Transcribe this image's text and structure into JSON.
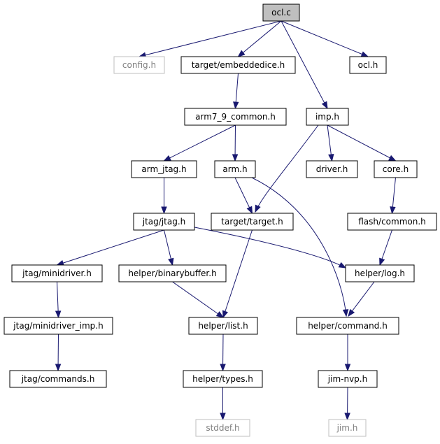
{
  "graph": {
    "nodes": [
      {
        "id": "ocl_c",
        "label": "ocl.c",
        "kind": "root"
      },
      {
        "id": "config_h",
        "label": "config.h",
        "kind": "external"
      },
      {
        "id": "embeddedice",
        "label": "target/embeddedice.h",
        "kind": "normal"
      },
      {
        "id": "ocl_h",
        "label": "ocl.h",
        "kind": "normal"
      },
      {
        "id": "arm7_9",
        "label": "arm7_9_common.h",
        "kind": "normal"
      },
      {
        "id": "imp_h",
        "label": "imp.h",
        "kind": "normal"
      },
      {
        "id": "arm_jtag",
        "label": "arm_jtag.h",
        "kind": "normal"
      },
      {
        "id": "arm_h",
        "label": "arm.h",
        "kind": "normal"
      },
      {
        "id": "driver_h",
        "label": "driver.h",
        "kind": "normal"
      },
      {
        "id": "core_h",
        "label": "core.h",
        "kind": "normal"
      },
      {
        "id": "jtag_jtag",
        "label": "jtag/jtag.h",
        "kind": "normal"
      },
      {
        "id": "target_target",
        "label": "target/target.h",
        "kind": "normal"
      },
      {
        "id": "flash_common",
        "label": "flash/common.h",
        "kind": "normal"
      },
      {
        "id": "minidriver",
        "label": "jtag/minidriver.h",
        "kind": "normal"
      },
      {
        "id": "binarybuffer",
        "label": "helper/binarybuffer.h",
        "kind": "normal"
      },
      {
        "id": "helper_log",
        "label": "helper/log.h",
        "kind": "normal"
      },
      {
        "id": "minidriver_imp",
        "label": "jtag/minidriver_imp.h",
        "kind": "normal"
      },
      {
        "id": "helper_list",
        "label": "helper/list.h",
        "kind": "normal"
      },
      {
        "id": "helper_command",
        "label": "helper/command.h",
        "kind": "normal"
      },
      {
        "id": "jtag_commands",
        "label": "jtag/commands.h",
        "kind": "normal"
      },
      {
        "id": "helper_types",
        "label": "helper/types.h",
        "kind": "normal"
      },
      {
        "id": "jim_nvp",
        "label": "jim-nvp.h",
        "kind": "normal"
      },
      {
        "id": "stddef_h",
        "label": "stddef.h",
        "kind": "external"
      },
      {
        "id": "jim_h",
        "label": "jim.h",
        "kind": "external"
      }
    ],
    "edges": [
      [
        "ocl_c",
        "config_h"
      ],
      [
        "ocl_c",
        "embeddedice"
      ],
      [
        "ocl_c",
        "ocl_h"
      ],
      [
        "ocl_c",
        "imp_h"
      ],
      [
        "embeddedice",
        "arm7_9"
      ],
      [
        "arm7_9",
        "arm_jtag"
      ],
      [
        "arm7_9",
        "arm_h"
      ],
      [
        "imp_h",
        "target_target"
      ],
      [
        "imp_h",
        "driver_h"
      ],
      [
        "imp_h",
        "core_h"
      ],
      [
        "arm_jtag",
        "jtag_jtag"
      ],
      [
        "arm_h",
        "target_target"
      ],
      [
        "arm_h",
        "helper_command"
      ],
      [
        "core_h",
        "flash_common"
      ],
      [
        "jtag_jtag",
        "minidriver"
      ],
      [
        "jtag_jtag",
        "binarybuffer"
      ],
      [
        "jtag_jtag",
        "helper_log"
      ],
      [
        "target_target",
        "helper_list"
      ],
      [
        "flash_common",
        "helper_log"
      ],
      [
        "minidriver",
        "minidriver_imp"
      ],
      [
        "binarybuffer",
        "helper_list"
      ],
      [
        "helper_log",
        "helper_command"
      ],
      [
        "minidriver_imp",
        "jtag_commands"
      ],
      [
        "helper_list",
        "helper_types"
      ],
      [
        "helper_command",
        "jim_nvp"
      ],
      [
        "helper_types",
        "stddef_h"
      ],
      [
        "jim_nvp",
        "jim_h"
      ]
    ],
    "colors": {
      "edge": "#191970",
      "root_fill": "#bfbfbf",
      "external_border": "#bfbfbf",
      "external_text": "#7f7f7f"
    }
  }
}
